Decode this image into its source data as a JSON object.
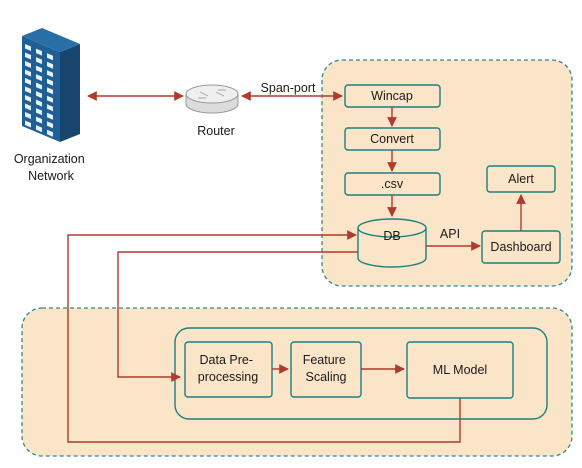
{
  "nodes": {
    "organization_network": [
      "Organization",
      "Network"
    ],
    "router": "Router",
    "wincap": "Wincap",
    "convert": "Convert",
    "csv": ".csv",
    "db": "DB",
    "alert": "Alert",
    "dashboard": "Dashboard",
    "data_preprocessing": [
      "Data Pre-",
      "processing"
    ],
    "feature_scaling": [
      "Feature",
      "Scaling"
    ],
    "ml_model": "ML Model"
  },
  "edges": {
    "span_port": "Span-port",
    "api": "API"
  },
  "icons": {
    "organization": "building-icon",
    "router": "router-icon"
  },
  "colors": {
    "region_fill": "#fbe5c8",
    "border": "#1d7f7f",
    "arrow": "#b03a2e",
    "building": "#1f5f96"
  }
}
